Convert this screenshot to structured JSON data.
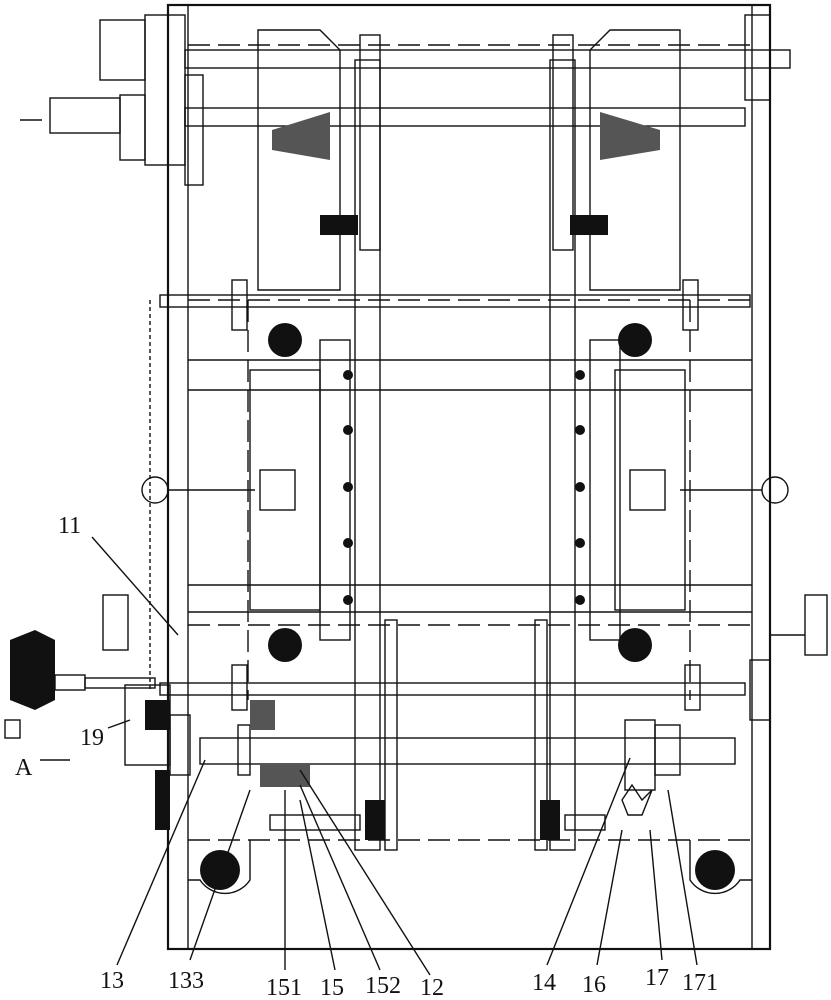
{
  "figure": {
    "labels": {
      "l11": "11",
      "l19": "19",
      "lA": "A",
      "l13": "13",
      "l133": "133",
      "l151": "151",
      "l15": "15",
      "l152": "152",
      "l12": "12",
      "l14": "14",
      "l16": "16",
      "l17": "17",
      "l171": "171"
    }
  }
}
